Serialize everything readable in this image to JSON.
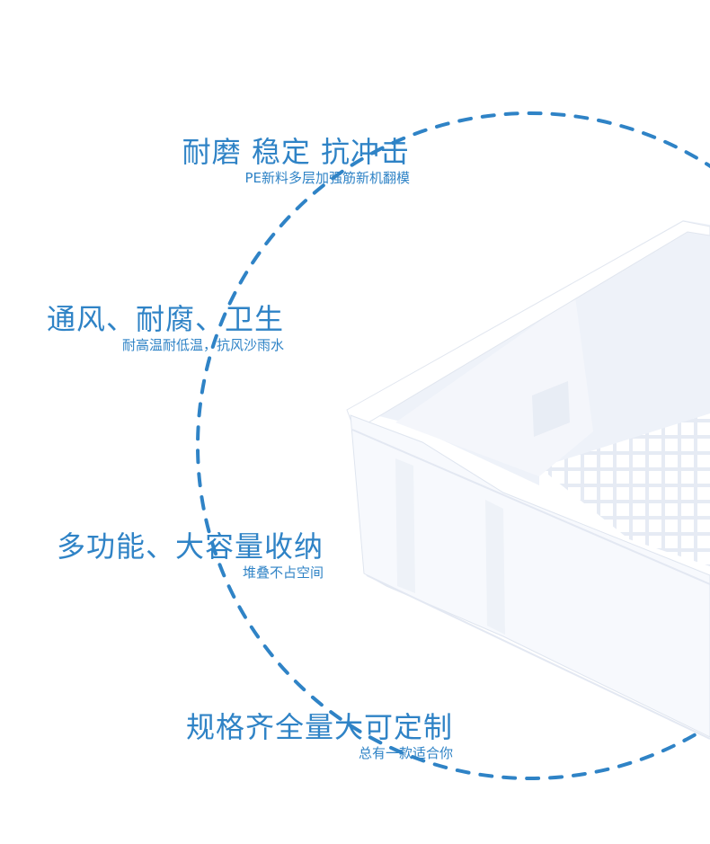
{
  "features": [
    {
      "title": "耐磨  稳定  抗冲击",
      "subtitle": "PE新料多层加强筋新机翻模"
    },
    {
      "title": "通风、耐腐、卫生",
      "subtitle": "耐高温耐低温，抗风沙雨水"
    },
    {
      "title": "多功能、大容量收纳",
      "subtitle": "堆叠不占空间"
    },
    {
      "title": "规格齐全量大可定制",
      "subtitle": "总有一款适合你"
    }
  ],
  "colors": {
    "accent": "#2f83c6",
    "crate": "#f7f9fd",
    "crate_shadow": "#e3e8f2"
  },
  "product_image": "white-plastic-crate"
}
